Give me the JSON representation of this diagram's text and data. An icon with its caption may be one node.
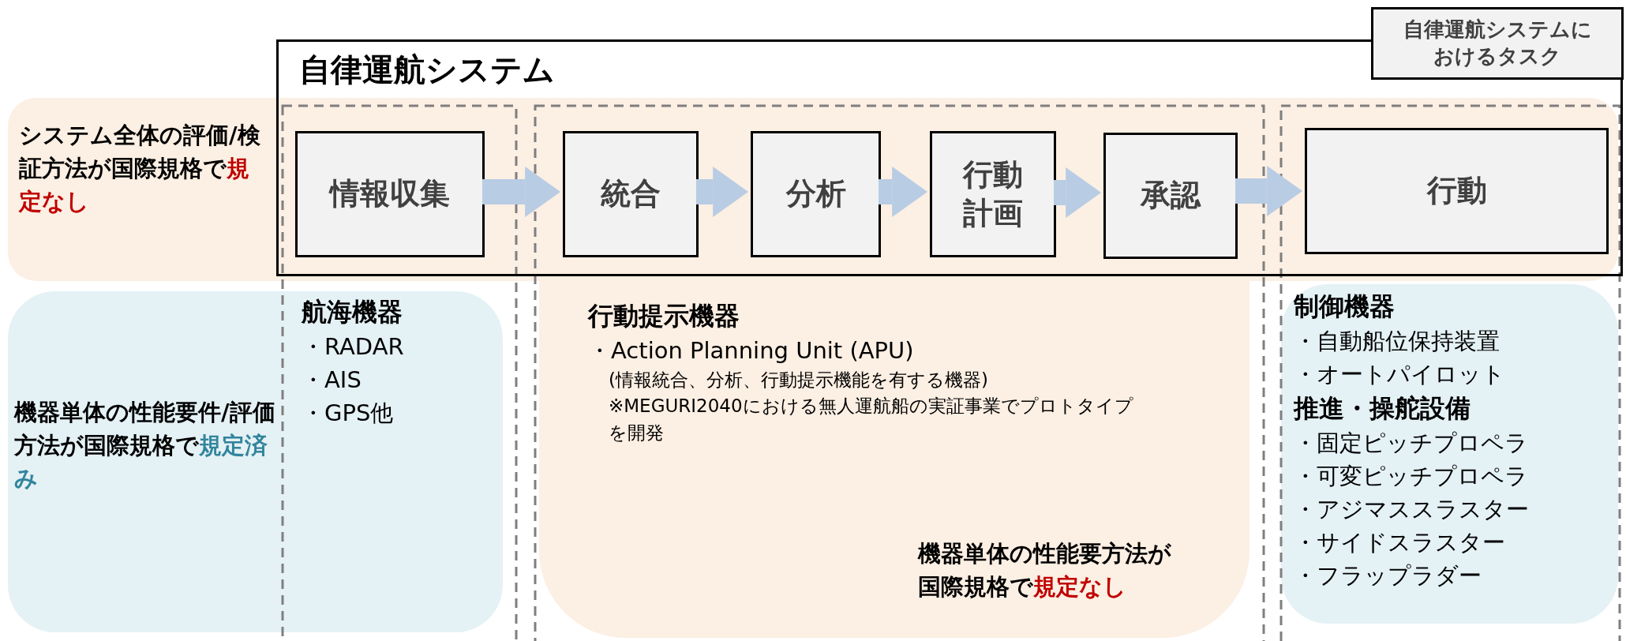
{
  "diagram": {
    "nodes": [
      {
        "text": [
          "自律運航システム"
        ]
      },
      {
        "text": [
          "自律運航システムにおけるタスク"
        ]
      },
      {
        "text": [
          "情報収集"
        ],
        "in": 0
      },
      {
        "text": [
          "統合"
        ],
        "in": 0
      },
      {
        "text": [
          "分析"
        ],
        "in": 0
      },
      {
        "text": [
          "行動計画"
        ],
        "in": 0
      },
      {
        "text": [
          "承認"
        ],
        "in": 0
      },
      {
        "text": [
          "行動"
        ],
        "in": 0
      },
      {
        "text": [
          "機器単体の性能要件/評価方法が国際規格で**規定済み**",
          "航海機器",
          "・RADAR",
          "・AIS",
          "・GPS他"
        ]
      },
      {
        "text": [
          "行動提示機器",
          "・Action Planning Unit (APU)",
          "(情報統合、分析、行動提示機能を有する機器)",
          "※MEGURI2040における無人運航船の実証事業でプロトタイプを開発",
          "機器単体の性能要方法が国際規格で**規定なし**"
        ]
      },
      {
        "text": [
          "制御機器",
          "・自動船位保持装置",
          "・オートパイロット",
          "推進・操舵設備",
          "・固定ピッチプロペラ",
          "・可変ピッチプロペラ",
          "・アジマススラスター",
          "・サイドスラスター",
          "・フラップラダー"
        ]
      }
    ],
    "edges": [
      {
        "from": 2,
        "to": 3,
        "arrow": "to"
      },
      {
        "from": 3,
        "to": 4,
        "arrow": "to"
      },
      {
        "from": 4,
        "to": 5,
        "arrow": "to"
      },
      {
        "from": 5,
        "to": 6,
        "arrow": "to"
      },
      {
        "from": 6,
        "to": 7,
        "arrow": "to"
      }
    ],
    "labels": [
      "システム全体の評価/検証方法が国際規格で**規定なし**"
    ]
  }
}
